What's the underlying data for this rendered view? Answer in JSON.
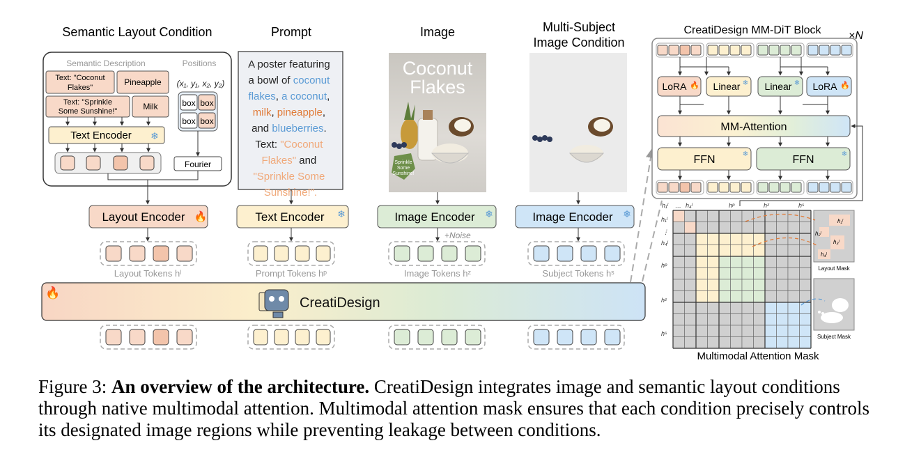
{
  "headings": {
    "semantic_layout": "Semantic Layout Condition",
    "prompt": "Prompt",
    "image": "Image",
    "multi_subject_line1": "Multi-Subject",
    "multi_subject_line2": "Image Condition",
    "block_title": "CreatiDesign MM-DiT Block",
    "block_repeat": "×N"
  },
  "layout_panel": {
    "semantic_description": "Semantic Description",
    "positions": "Positions",
    "coords": "(x₁, y₁, x₂, y₂)",
    "text_coconut_line1": "Text: \"Coconut",
    "text_coconut_line2": "Flakes\"",
    "pineapple": "Pineapple",
    "text_sprinkle_line1": "Text: \"Sprinkle",
    "text_sprinkle_line2": "Some Sunshine!\"",
    "milk": "Milk",
    "text_encoder": "Text Encoder",
    "box": "box",
    "fourier": "Fourier"
  },
  "prompt_panel": {
    "line1": "A poster featuring",
    "line2a": "a bowl of ",
    "line2b": "coconut",
    "line3a": "flakes",
    "line3b": ", ",
    "line3c": "a coconut",
    "line3d": ",",
    "line4a": "milk",
    "line4b": ", ",
    "line4c": "pineapple",
    "line4d": ",",
    "line5a": "and ",
    "line5b": "blueberries",
    "line5c": ".",
    "line6a": "Text: ",
    "line6b": "\"Coconut",
    "line7a": "Flakes\"",
    "line7b": " and",
    "line8": "\"Sprinkle Some",
    "line9": "Sunshine!\"."
  },
  "poster": {
    "title_line1": "Coconut",
    "title_line2": "Flakes",
    "badge_line1": "Sprinkle",
    "badge_line2": "Some",
    "badge_line3": "Sunshine!"
  },
  "encoders": {
    "layout": "Layout Encoder",
    "text": "Text Encoder",
    "image": "Image Encoder",
    "subject": "Image Encoder",
    "noise": "+Noise"
  },
  "tokens": {
    "layout": "Layout Tokens hˡ",
    "prompt": "Prompt Tokens hᵖ",
    "image": "Image Tokens hᶻ",
    "subject": "Subject Tokens hˢ"
  },
  "main_bar": {
    "label": "CreatiDesign"
  },
  "dit_block": {
    "lora_left": "LoRA",
    "linear_left": "Linear",
    "linear_right": "Linear",
    "lora_right": "LoRA",
    "mm_attention": "MM-Attention",
    "ffn_left": "FFN",
    "ffn_right": "FFN"
  },
  "mask": {
    "col_h1": "h₁ˡ",
    "col_dots": "…",
    "col_h4": "h₄ˡ",
    "col_hp": "hᵖ",
    "col_hz": "hᶻ",
    "col_hs": "hˢ",
    "row_h1": "h₁ˡ",
    "row_dots": "⋮",
    "row_h4": "h₄ˡ",
    "row_hp": "hᵖ",
    "row_hz": "hᶻ",
    "row_hs": "hˢ",
    "layout_mask": "Layout Mask",
    "subject_mask": "Subject Mask",
    "thumb_h1": "h₁ˡ",
    "thumb_h2": "h₂ˡ",
    "thumb_h3": "h₃ˡ",
    "thumb_h4": "h₄ˡ",
    "title": "Multimodal Attention Mask"
  },
  "caption": {
    "figure": "Figure 3: ",
    "bold": "An overview of the architecture.",
    "rest": " CreatiDesign integrates image and semantic layout conditions through native multimodal attention. Multimodal attention mask ensures that each condition precisely controls its designated image regions while preventing leakage between conditions."
  },
  "colors": {
    "layout": "#f8d9c8",
    "prompt": "#fdf0cf",
    "image": "#dcecd6",
    "subject": "#cfe5f7",
    "blue_text": "#5b9bd5",
    "orange_text": "#e07b39",
    "peach_text": "#f0a97a",
    "grid_gray": "#d0d0d0"
  }
}
